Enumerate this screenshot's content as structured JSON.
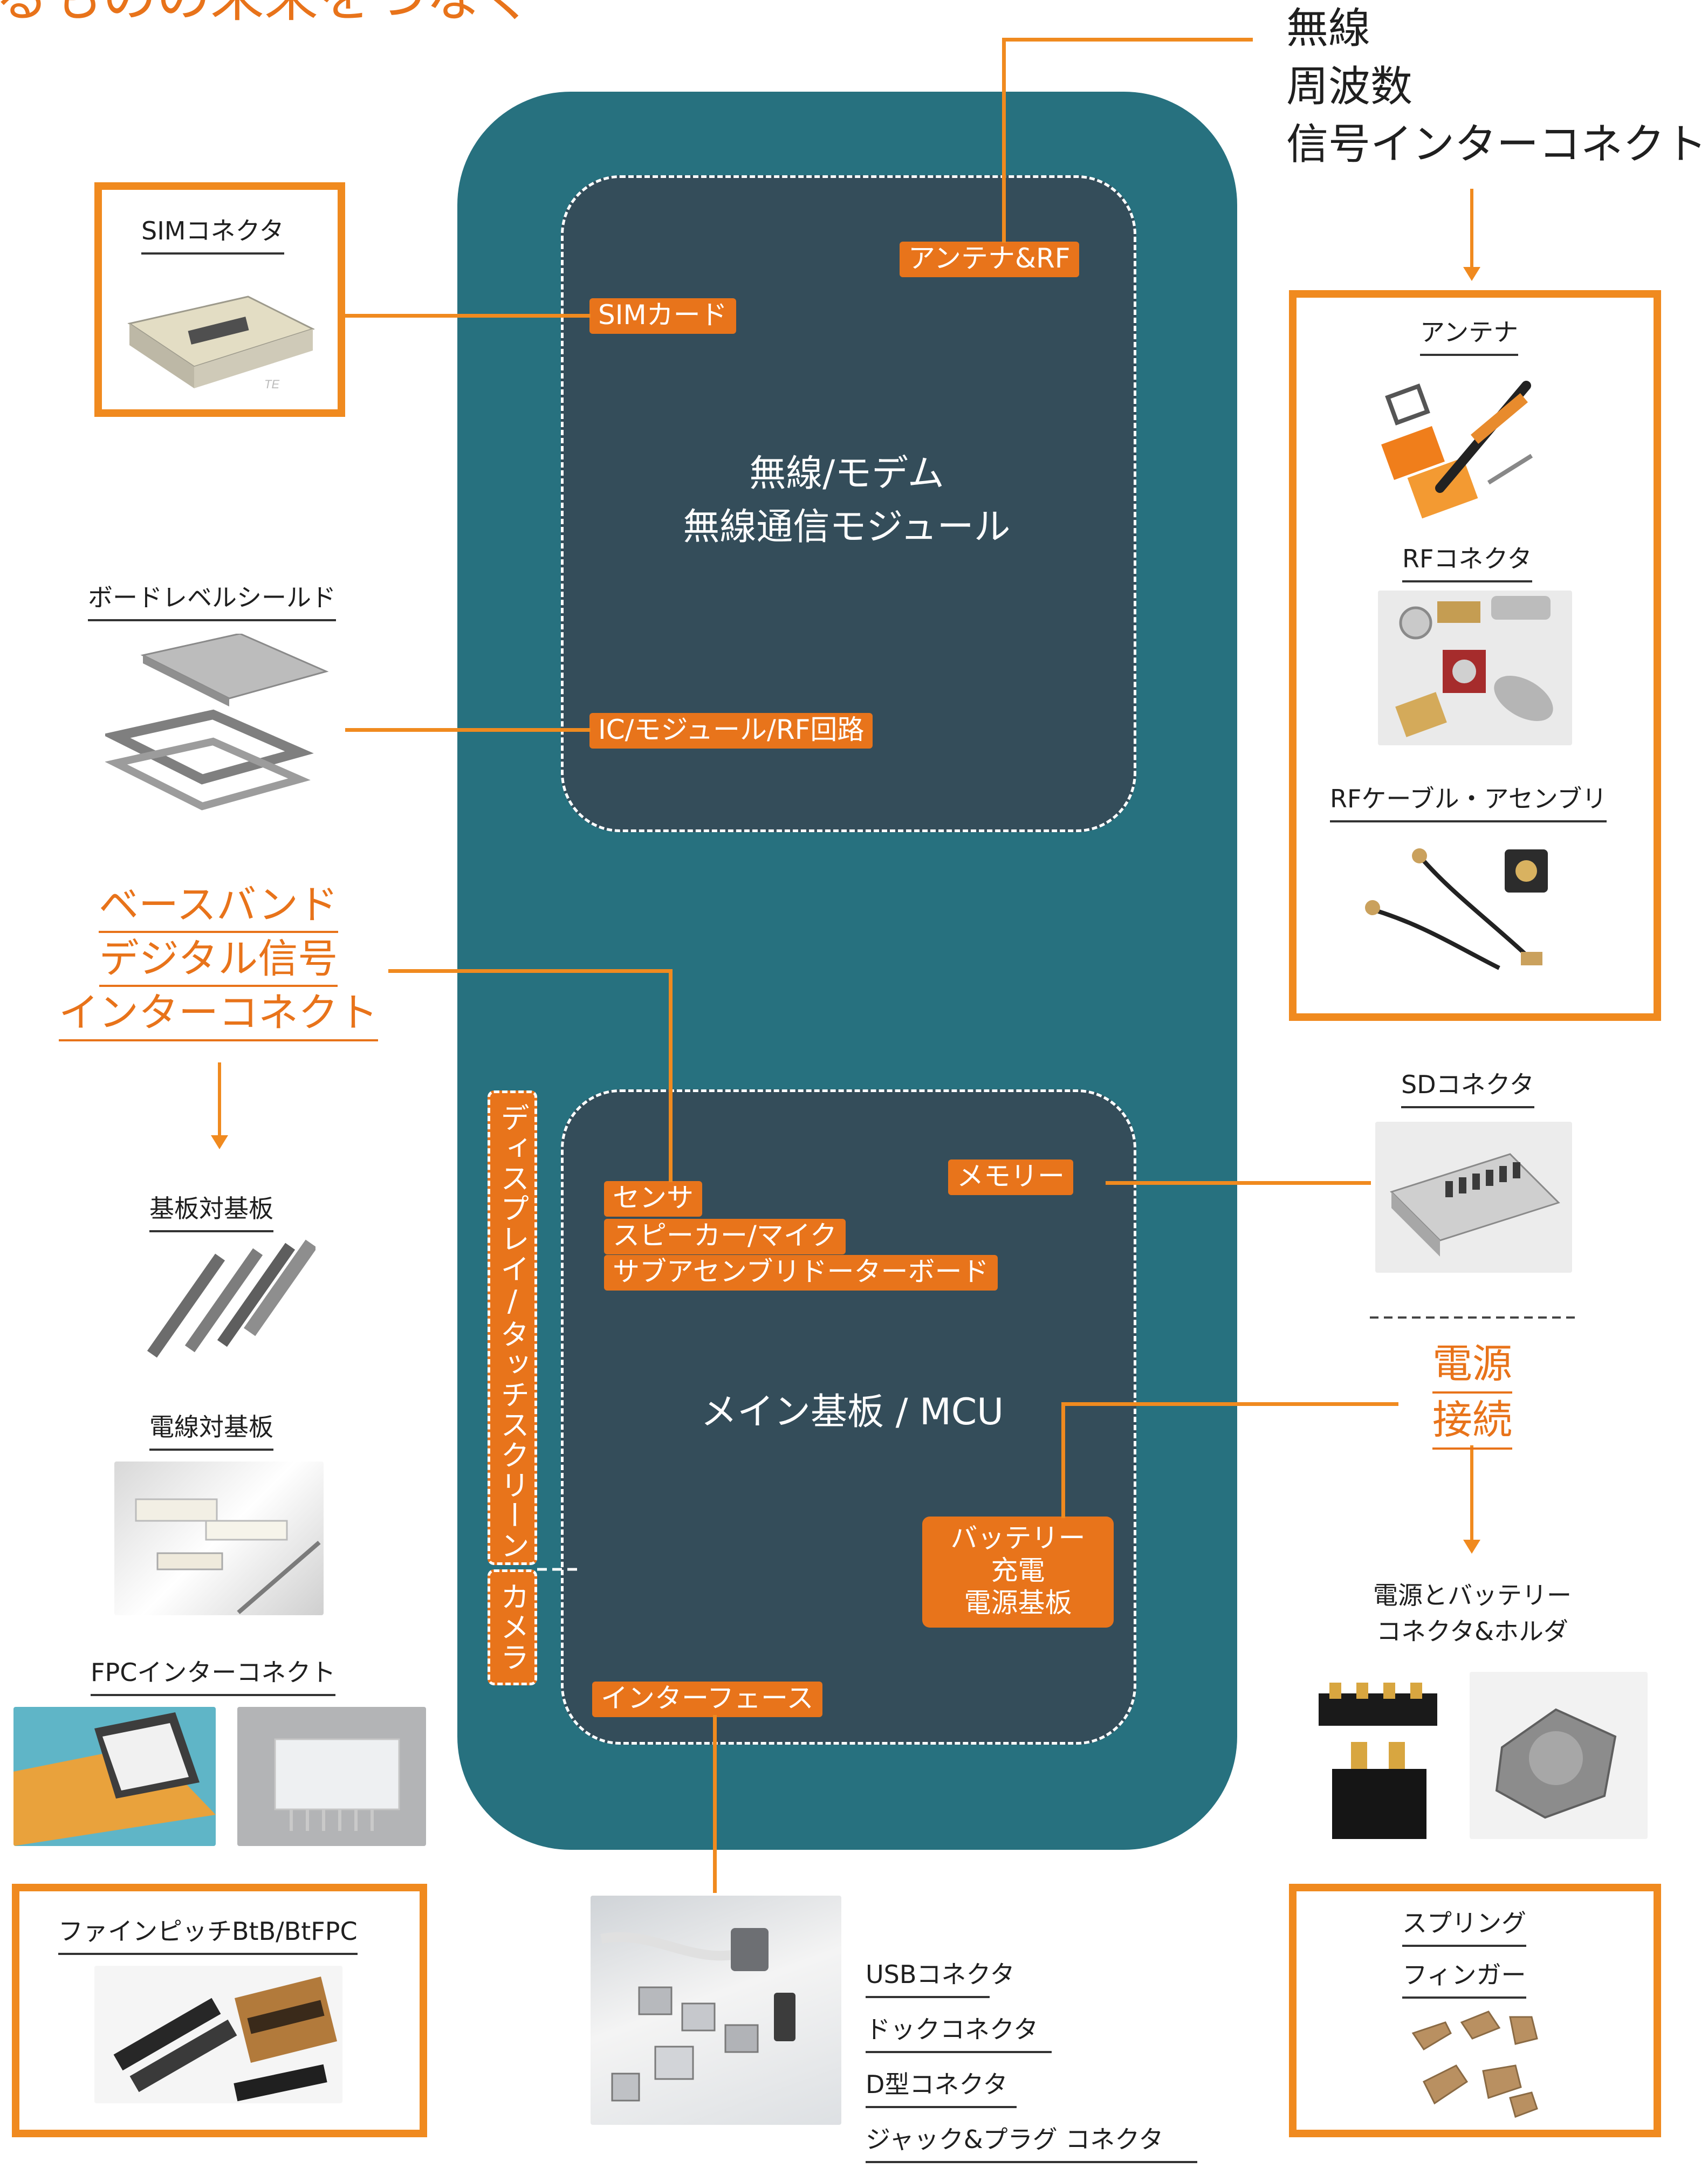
{
  "heading": "るものの未来をつなぐ",
  "device": {
    "wireless_panel": {
      "center_lines": [
        "無線/モデム",
        "無線通信モジュール"
      ],
      "tags": {
        "antenna_rf": "アンテナ&RF",
        "sim_card": "SIMカード",
        "ic_module": "IC/モジュール/RF回路"
      }
    },
    "main_panel": {
      "center": "メイン基板 / MCU",
      "tags": {
        "sensor": "センサ",
        "speaker": "スピーカー/マイク",
        "subassembly": "サブアセンブリドーターボード",
        "memory": "メモリー",
        "battery_lines": [
          "バッテリー",
          "充電",
          "電源基板"
        ],
        "interface": "インターフェース"
      }
    },
    "display_tag": "ディスプレイ/タッチスクリーン",
    "camera_tag": "カメラ"
  },
  "left": {
    "sim_connector": "SIMコネクタ",
    "board_shield": "ボードレベルシールド",
    "baseband_lines": [
      "ベースバンド",
      "デジタル信号",
      "インターコネクト"
    ],
    "board_to_board": "基板対基板",
    "wire_to_board": "電線対基板",
    "fpc": "FPCインターコネクト",
    "fine_pitch": "ファインピッチBtB/BtFPC",
    "logo_text": "TE"
  },
  "right": {
    "wireless_lines": [
      "無線",
      "周波数",
      "信号インターコネクト"
    ],
    "antenna": "アンテナ",
    "rf_connector": "RFコネクタ",
    "rf_cable": "RFケーブル・アセンブリ",
    "sd_connector": "SDコネクタ",
    "power_lines": [
      "電源",
      "接続"
    ],
    "battery_caption_lines": [
      "電源とバッテリー",
      "コネクタ&ホルダ"
    ],
    "spring_lines": [
      "スプリング",
      "フィンガー"
    ]
  },
  "bottom": {
    "usb_list": [
      "USBコネクタ",
      "ドックコネクタ",
      "D型コネクタ",
      "ジャック&プラグ コネクタ"
    ]
  },
  "colors": {
    "accent": "#e8741b",
    "device": "#27717f",
    "panel": "#344d5a",
    "box_border": "#f08a1f"
  }
}
